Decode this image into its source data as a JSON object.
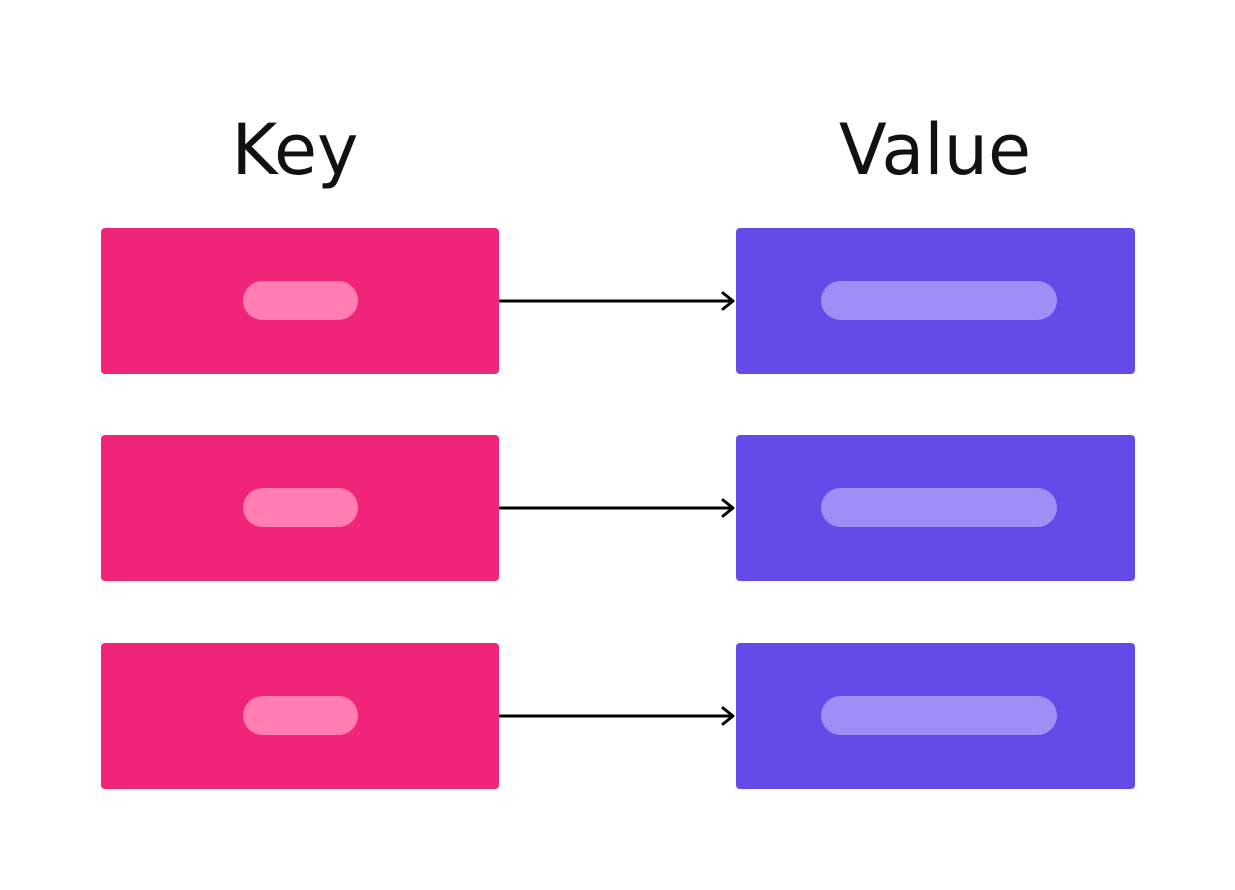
{
  "headings": {
    "key": "Key",
    "value": "Value"
  },
  "colors": {
    "key_box": "#f0257a",
    "key_pill": "#ff7db0",
    "value_box": "#624be9",
    "value_pill": "#a08ef7",
    "arrow": "#000000"
  },
  "pairs": [
    {
      "key_shape": "key-box",
      "value_shape": "value-box"
    },
    {
      "key_shape": "key-box",
      "value_shape": "value-box"
    },
    {
      "key_shape": "key-box",
      "value_shape": "value-box"
    }
  ]
}
